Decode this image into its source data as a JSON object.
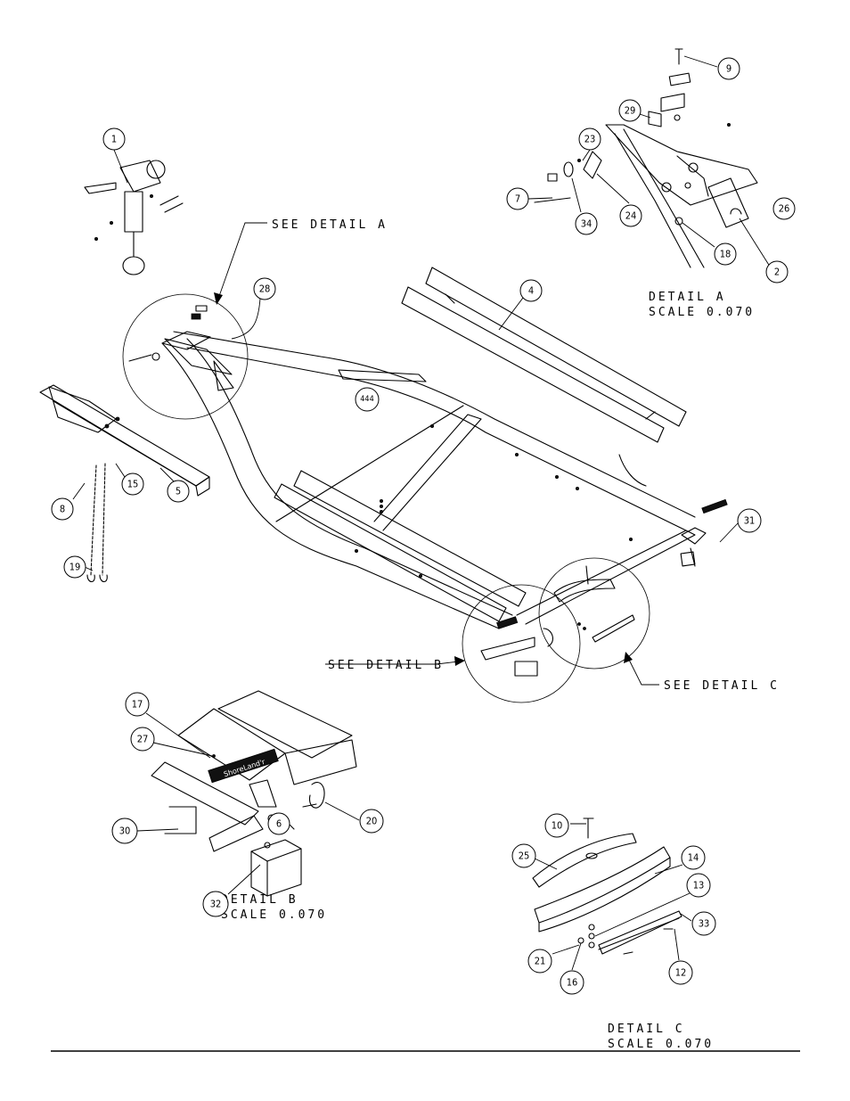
{
  "balloons": [
    {
      "id": "1",
      "label": "1"
    },
    {
      "id": "2",
      "label": "2"
    },
    {
      "id": "4",
      "label": "4"
    },
    {
      "id": "5",
      "label": "5"
    },
    {
      "id": "6",
      "label": "6"
    },
    {
      "id": "7",
      "label": "7"
    },
    {
      "id": "8",
      "label": "8"
    },
    {
      "id": "9",
      "label": "9"
    },
    {
      "id": "10",
      "label": "10"
    },
    {
      "id": "12",
      "label": "12"
    },
    {
      "id": "13",
      "label": "13"
    },
    {
      "id": "14",
      "label": "14"
    },
    {
      "id": "15",
      "label": "15"
    },
    {
      "id": "16",
      "label": "16"
    },
    {
      "id": "17",
      "label": "17"
    },
    {
      "id": "18",
      "label": "18"
    },
    {
      "id": "19",
      "label": "19"
    },
    {
      "id": "20",
      "label": "20"
    },
    {
      "id": "21",
      "label": "21"
    },
    {
      "id": "23",
      "label": "23"
    },
    {
      "id": "24",
      "label": "24"
    },
    {
      "id": "25",
      "label": "25"
    },
    {
      "id": "26",
      "label": "26"
    },
    {
      "id": "27",
      "label": "27"
    },
    {
      "id": "28",
      "label": "28"
    },
    {
      "id": "29",
      "label": "29"
    },
    {
      "id": "30",
      "label": "30"
    },
    {
      "id": "31",
      "label": "31"
    },
    {
      "id": "32",
      "label": "32"
    },
    {
      "id": "33",
      "label": "33"
    },
    {
      "id": "34",
      "label": "34"
    },
    {
      "id": "444",
      "label": "444"
    }
  ],
  "callouts": {
    "see_detail_a": "SEE DETAIL  A",
    "see_detail_b": "SEE DETAIL  B",
    "see_detail_c": "SEE DETAIL  C"
  },
  "details": {
    "a": {
      "title": "DETAIL  A",
      "scale": "SCALE  0.070"
    },
    "b": {
      "title": "DETAIL  B",
      "scale": "SCALE  0.070"
    },
    "c": {
      "title": "DETAIL  C",
      "scale": "SCALE  0.070"
    }
  },
  "decal_text": "ShoreLand'r"
}
